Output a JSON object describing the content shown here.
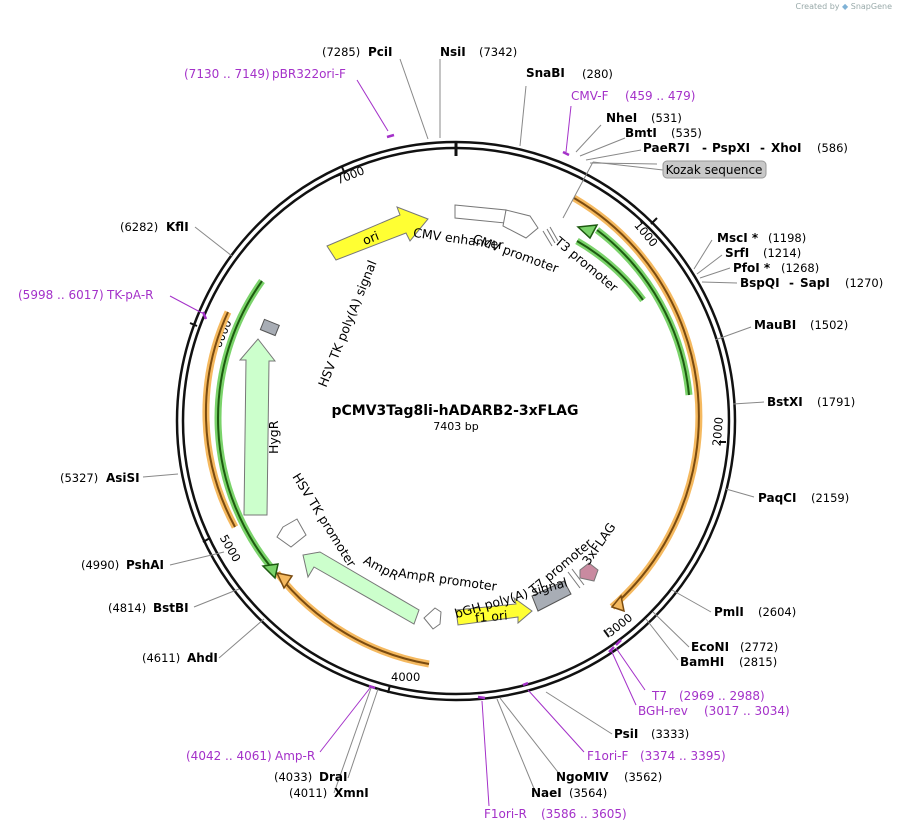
{
  "watermark": {
    "prefix": "Created by",
    "brand": "SnapGene"
  },
  "plasmid": {
    "name": "pCMV3Tag8li-hADARB2-3xFLAG",
    "length_label": "7403 bp",
    "length": 7403
  },
  "tick_labels": [
    "1000",
    "2000",
    "3000",
    "4000",
    "5000",
    "6000",
    "7000"
  ],
  "sites": [
    {
      "name": "PciI",
      "pos": "(7285)"
    },
    {
      "name": "NsiI",
      "pos": "(7342)"
    },
    {
      "name": "SnaBI",
      "pos": "(280)"
    },
    {
      "name": "NheI",
      "pos": "(531)"
    },
    {
      "name": "BmtI",
      "pos": "(535)"
    },
    {
      "name": "PaeR7I",
      "pos": ""
    },
    {
      "name": "PspXI",
      "pos": ""
    },
    {
      "name": "XhoI",
      "pos": "(586)"
    },
    {
      "name": "MscI *",
      "pos": "(1198)"
    },
    {
      "name": "SrfI",
      "pos": "(1214)"
    },
    {
      "name": "PfoI *",
      "pos": "(1268)"
    },
    {
      "name": "BspQI",
      "pos": ""
    },
    {
      "name": "SapI",
      "pos": "(1270)"
    },
    {
      "name": "MauBI",
      "pos": "(1502)"
    },
    {
      "name": "BstXI",
      "pos": "(1791)"
    },
    {
      "name": "PaqCI",
      "pos": "(2159)"
    },
    {
      "name": "PmlI",
      "pos": "(2604)"
    },
    {
      "name": "EcoNI",
      "pos": "(2772)"
    },
    {
      "name": "BamHI",
      "pos": "(2815)"
    },
    {
      "name": "PsiI",
      "pos": "(3333)"
    },
    {
      "name": "NgoMIV",
      "pos": "(3562)"
    },
    {
      "name": "NaeI",
      "pos": "(3564)"
    },
    {
      "name": "DraI",
      "pos": "(4033)"
    },
    {
      "name": "XmnI",
      "pos": "(4011)"
    },
    {
      "name": "AhdI",
      "pos": "(4611)"
    },
    {
      "name": "BstBI",
      "pos": "(4814)"
    },
    {
      "name": "PshAI",
      "pos": "(4990)"
    },
    {
      "name": "AsiSI",
      "pos": "(5327)"
    },
    {
      "name": "KflI",
      "pos": "(6282)"
    }
  ],
  "separator": "-",
  "primers": [
    {
      "name": "pBR322ori-F",
      "range": "(7130 .. 7149)"
    },
    {
      "name": "CMV-F",
      "range": "(459 .. 479)"
    },
    {
      "name": "TK-pA-R",
      "range": "(5998 .. 6017)"
    },
    {
      "name": "T7",
      "range": "(2969 .. 2988)"
    },
    {
      "name": "BGH-rev",
      "range": "(3017 .. 3034)"
    },
    {
      "name": "F1ori-F",
      "range": "(3374 .. 3395)"
    },
    {
      "name": "F1ori-R",
      "range": "(3586 .. 3605)"
    },
    {
      "name": "Amp-R",
      "range": "(4042 .. 4061)"
    }
  ],
  "kozak_label": "Kozak sequence",
  "features": {
    "ori": "ori",
    "cmv_enhancer": "CMV enhancer",
    "cmv_promoter": "CMV promoter",
    "t3_promoter": "T3 promoter",
    "hsv_tk_polya": "HSV TK poly(A) signal",
    "hygr": "HygR",
    "hsv_tk_promoter": "HSV TK promoter",
    "ampr": "AmpR",
    "ampr_promoter": "AmpR promoter",
    "bgh_polya": "bGH poly(A) signal",
    "f1_ori": "f1 ori",
    "t7_promoter": "T7 promoter",
    "flag": "3xFLAG"
  },
  "colors": {
    "backbone": "#111111",
    "primer": "#a431c9",
    "ori": "#ffff33",
    "orf_orange": "#f5b95f",
    "orf_green": "#7ad36a",
    "marker": "#ccffcc",
    "polya": "#a8adb5",
    "flag": "#c98aa0"
  }
}
